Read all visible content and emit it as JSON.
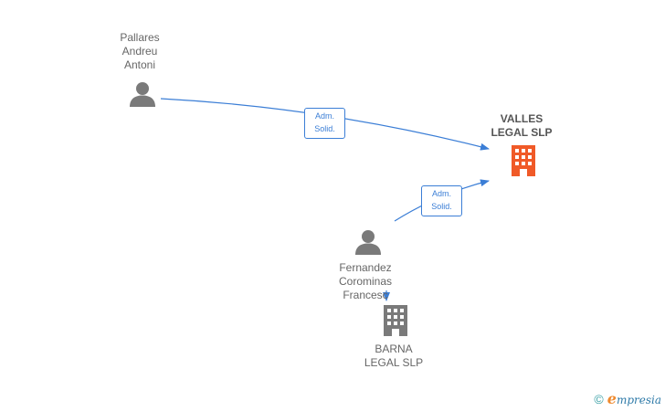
{
  "nodes": {
    "person_pallares": {
      "lines": [
        "Pallares",
        "Andreu",
        "Antoni"
      ]
    },
    "person_fernandez": {
      "lines": [
        "Fernandez",
        "Corominas",
        "Francesc"
      ]
    },
    "company_valles": {
      "lines": [
        "VALLES",
        "LEGAL  SLP"
      ]
    },
    "company_barna": {
      "lines": [
        "BARNA",
        "LEGAL  SLP"
      ]
    }
  },
  "edges": {
    "pallares_to_valles": {
      "label_lines": [
        "Adm.",
        "Solid."
      ]
    },
    "fernandez_to_valles": {
      "label_lines": [
        "Adm.",
        "Solid."
      ]
    }
  },
  "brand": {
    "copyright": "©",
    "initial": "e",
    "rest": "mpresia"
  },
  "colors": {
    "edge": "#3b7ed6",
    "person_icon": "#7a7a7a",
    "company_main_icon": "#f05a28",
    "company_icon": "#7a7a7a",
    "brand_copy": "#3aa0a6",
    "brand_e": "#ef8a2e",
    "brand_rest": "#2e7aa8"
  },
  "icons": {
    "person": "person-icon",
    "company": "building-icon"
  }
}
